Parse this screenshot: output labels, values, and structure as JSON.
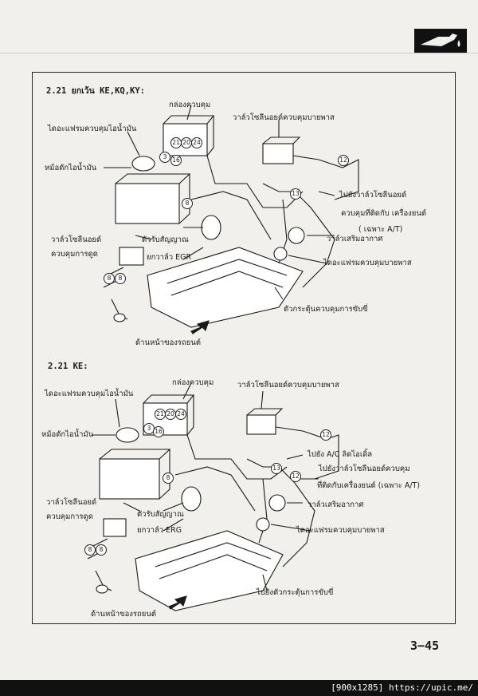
{
  "page_number": "3−45",
  "footer_text": "[900x1285] https://upic.me/",
  "section1": {
    "heading": "2.21 ยกเว้น KE,KQ,KY:",
    "labels": {
      "control_box": "กล่องควบคุม",
      "bypass_solenoid": "วาล์วโซลีนอยด์ควบคุมบายพาส",
      "fuel_diaphragm": "ไดอะแฟรมควบคุมไอน้ำมัน",
      "canister": "หม้อดักไอน้ำมัน",
      "to_solenoid_engine": "ไปยังวาล์วโซลีนอยด์",
      "engine_mount_line": "ควบคุมที่ติดกับ เครื่องยนต์",
      "at_only": "( เฉพาะ A/T)",
      "air_assist": "วาล์วเสริมอากาศ",
      "purge_solenoid_1": "วาล์วโซลีนอยด์",
      "purge_solenoid_2": "ควบคุมการดูด",
      "signal_receiver": "ตัวรับสัญญาณ",
      "egr_valve": "ยกวาล์ว EGR",
      "bypass_diaphragm": "ไดอะแฟรมควบคุมบายพาส",
      "throttle_actuator": "ตัวกระตุ้นควบคุมการขับขี่",
      "front_of_car": "ด้านหน้าของรถยนต์"
    }
  },
  "section2": {
    "heading": "2.21 KE:",
    "labels": {
      "control_box": "กล่องควบคุม",
      "bypass_solenoid": "วาล์วโซลีนอยด์ควบคุมบายพาส",
      "fuel_diaphragm": "ไดอะแฟรมควบคุมไอน้ำมัน",
      "canister": "หม้อดักไอน้ำมัน",
      "to_ac_idle": "ไปยัง A/C ลิดไอเดิ้ล",
      "to_solenoid_control": "ไปยังวาล์วโซลีนอยด์ควบคุม",
      "engine_mount_at": "ที่ติดกับเครื่องยนต์ (เฉพาะ A/T)",
      "air_assist": "วาล์วเสริมอากาศ",
      "purge_solenoid_1": "วาล์วโซลีนอยด์",
      "purge_solenoid_2": "ควบคุมการดูด",
      "signal_receiver": "ตัวรับสัญญาณ",
      "erg_valve": "ยกวาล์ว ERG",
      "bypass_diaphragm": "ไดอะแฟรมควบคุมบายพาส",
      "to_throttle_actuator": "ไปยังตัวกระตุ้นการขับขี่",
      "front_of_car": "ด้านหน้าของรถยนต์"
    }
  },
  "callouts": [
    "21",
    "20",
    "24",
    "3",
    "16",
    "8",
    "12",
    "13"
  ]
}
